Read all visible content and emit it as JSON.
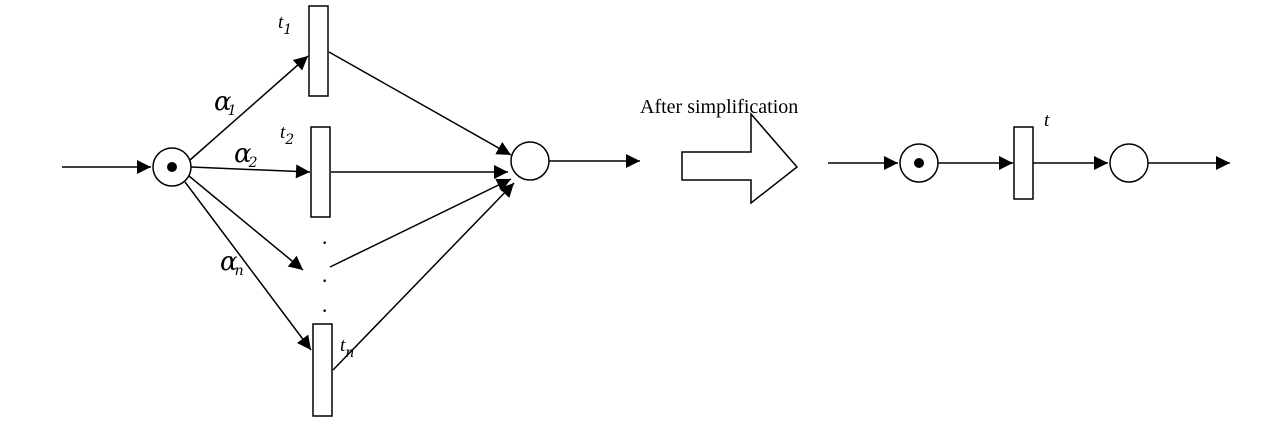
{
  "caption": "After simplification",
  "left_net": {
    "transitions": [
      {
        "name": "t",
        "sub": "1"
      },
      {
        "name": "t",
        "sub": "2"
      },
      {
        "name": "t",
        "sub": "n"
      }
    ],
    "weights": [
      {
        "symbol": "α",
        "sub": "1"
      },
      {
        "symbol": "α",
        "sub": "2"
      },
      {
        "symbol": "α",
        "sub": "n"
      }
    ],
    "ellipsis": "·"
  },
  "right_net": {
    "transition_label": "t"
  }
}
